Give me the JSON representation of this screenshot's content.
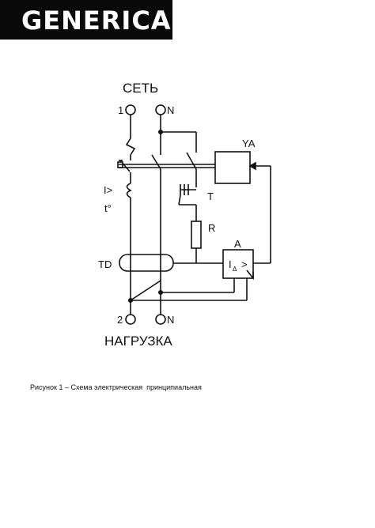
{
  "brand": {
    "logo_text": "GENERICA"
  },
  "diagram": {
    "title_top": "СЕТЬ",
    "title_bottom": "НАГРУЗКА",
    "terminal_1": "1",
    "terminal_n_top": "N",
    "terminal_2": "2",
    "terminal_n_bottom": "N",
    "label_ya": "YA",
    "label_i_overcurrent": "I>",
    "label_t_thermal": "t°",
    "label_t_test": "T",
    "label_r": "R",
    "label_td": "TD",
    "label_a": "A",
    "label_i_delta": "I",
    "label_delta_sub": "Δ",
    "label_gt": ">"
  },
  "caption": {
    "text": "Рисунок 1 – Схема электрическая  принципиальная"
  }
}
